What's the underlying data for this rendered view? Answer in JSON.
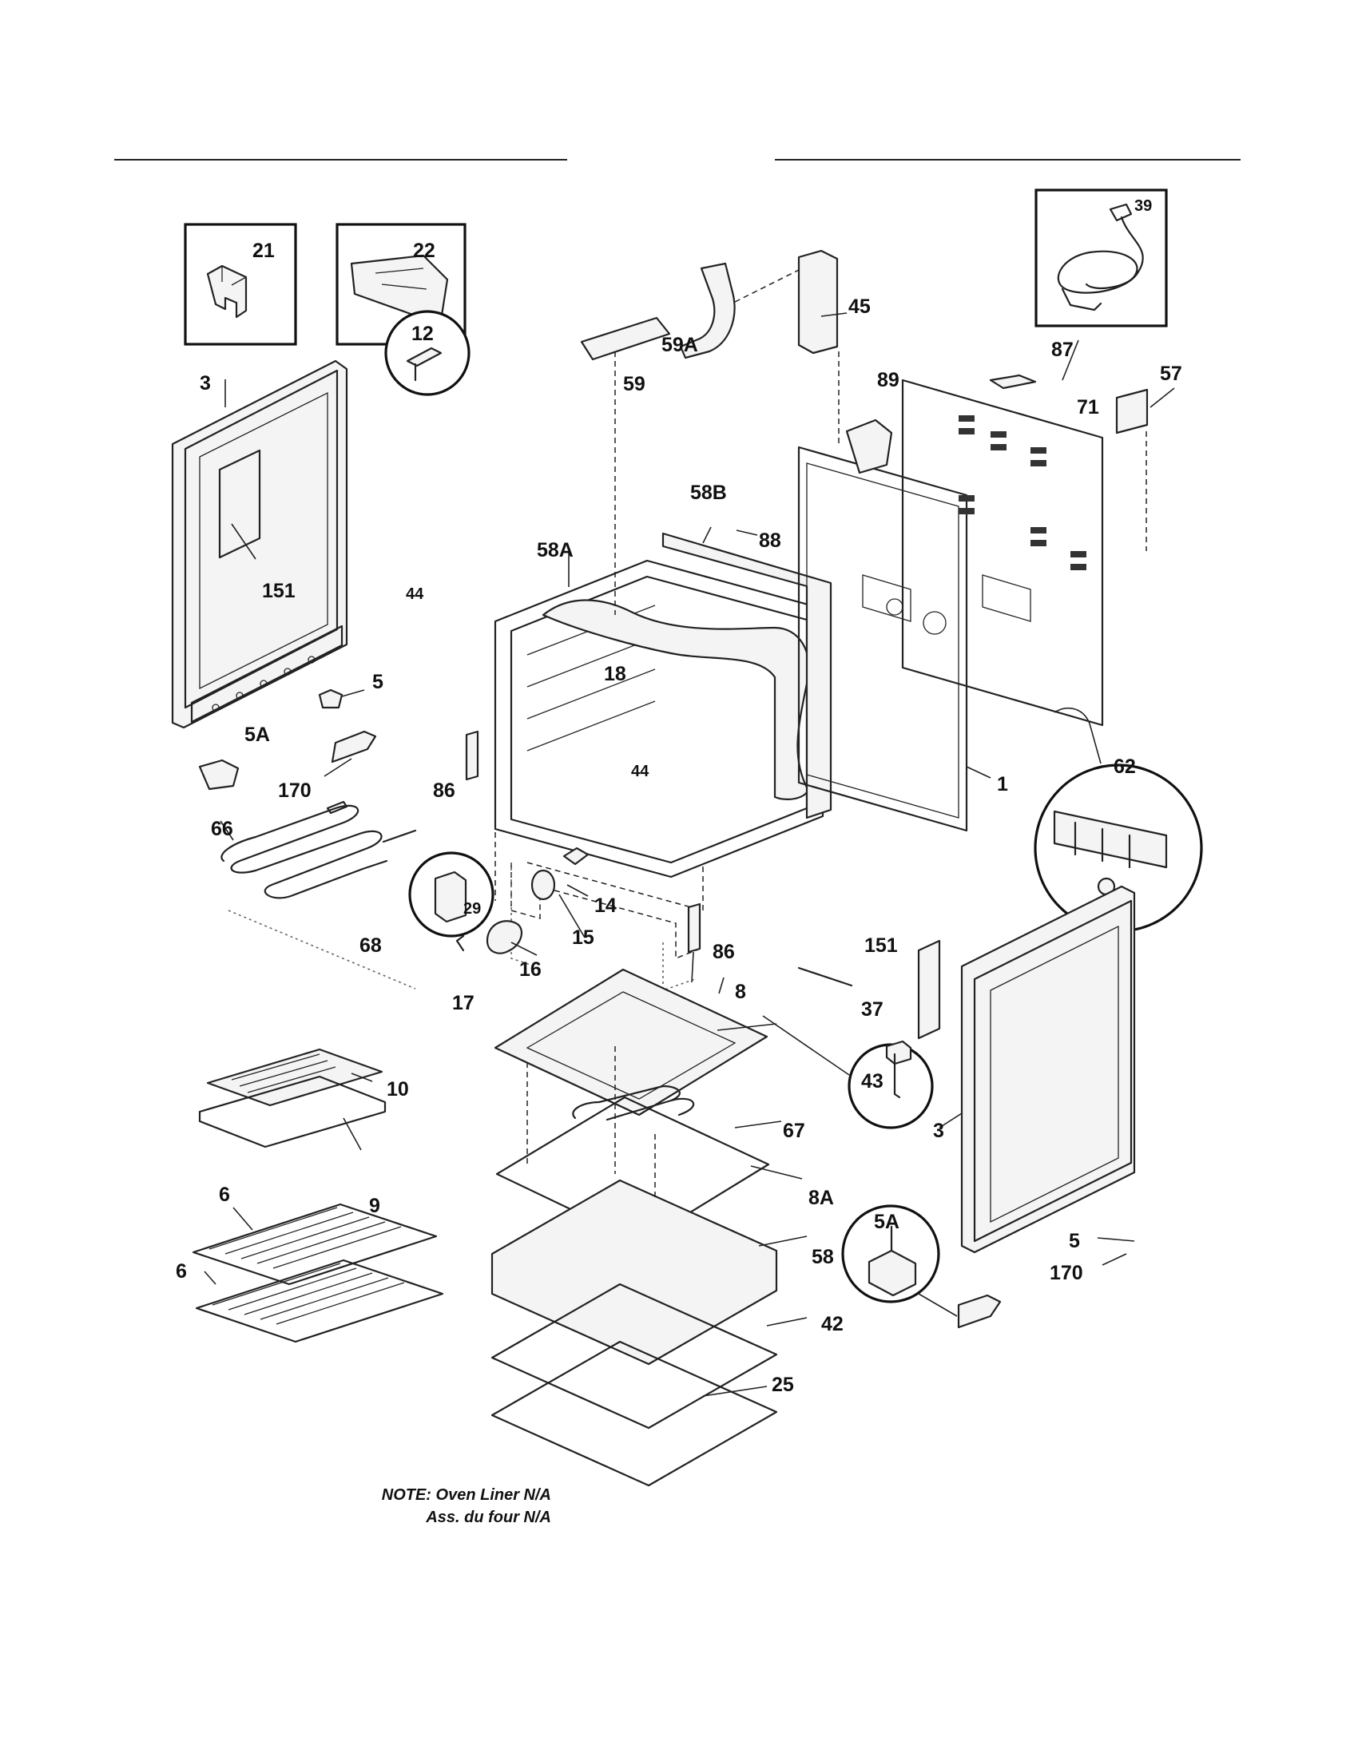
{
  "callouts": [
    {
      "id": "21",
      "text": "21"
    },
    {
      "id": "22",
      "text": "22"
    },
    {
      "id": "39",
      "text": "39"
    },
    {
      "id": "45",
      "text": "45"
    },
    {
      "id": "59A",
      "text": "59A"
    },
    {
      "id": "59",
      "text": "59"
    },
    {
      "id": "87",
      "text": "87"
    },
    {
      "id": "57",
      "text": "57"
    },
    {
      "id": "89",
      "text": "89"
    },
    {
      "id": "71",
      "text": "71"
    },
    {
      "id": "3a",
      "text": "3"
    },
    {
      "id": "151a",
      "text": "151"
    },
    {
      "id": "12",
      "text": "12"
    },
    {
      "id": "58B",
      "text": "58B"
    },
    {
      "id": "88",
      "text": "88"
    },
    {
      "id": "58A",
      "text": "58A"
    },
    {
      "id": "44a",
      "text": "44"
    },
    {
      "id": "18",
      "text": "18"
    },
    {
      "id": "5a",
      "text": "5"
    },
    {
      "id": "5Aa",
      "text": "5A"
    },
    {
      "id": "170a",
      "text": "170"
    },
    {
      "id": "86a",
      "text": "86"
    },
    {
      "id": "44b",
      "text": "44"
    },
    {
      "id": "1",
      "text": "1"
    },
    {
      "id": "62",
      "text": "62"
    },
    {
      "id": "66",
      "text": "66"
    },
    {
      "id": "29",
      "text": "29"
    },
    {
      "id": "14",
      "text": "14"
    },
    {
      "id": "15",
      "text": "15"
    },
    {
      "id": "68",
      "text": "68"
    },
    {
      "id": "16",
      "text": "16"
    },
    {
      "id": "86b",
      "text": "86"
    },
    {
      "id": "17",
      "text": "17"
    },
    {
      "id": "151b",
      "text": "151"
    },
    {
      "id": "8",
      "text": "8"
    },
    {
      "id": "37",
      "text": "37"
    },
    {
      "id": "10",
      "text": "10"
    },
    {
      "id": "43",
      "text": "43"
    },
    {
      "id": "67",
      "text": "67"
    },
    {
      "id": "3b",
      "text": "3"
    },
    {
      "id": "9",
      "text": "9"
    },
    {
      "id": "8A",
      "text": "8A"
    },
    {
      "id": "6a",
      "text": "6"
    },
    {
      "id": "5Ab",
      "text": "5A"
    },
    {
      "id": "5b",
      "text": "5"
    },
    {
      "id": "58",
      "text": "58"
    },
    {
      "id": "6b",
      "text": "6"
    },
    {
      "id": "170b",
      "text": "170"
    },
    {
      "id": "42",
      "text": "42"
    },
    {
      "id": "25",
      "text": "25"
    }
  ],
  "note": {
    "line1": "NOTE: Oven Liner N/A",
    "line2": "Ass. du four N/A"
  }
}
